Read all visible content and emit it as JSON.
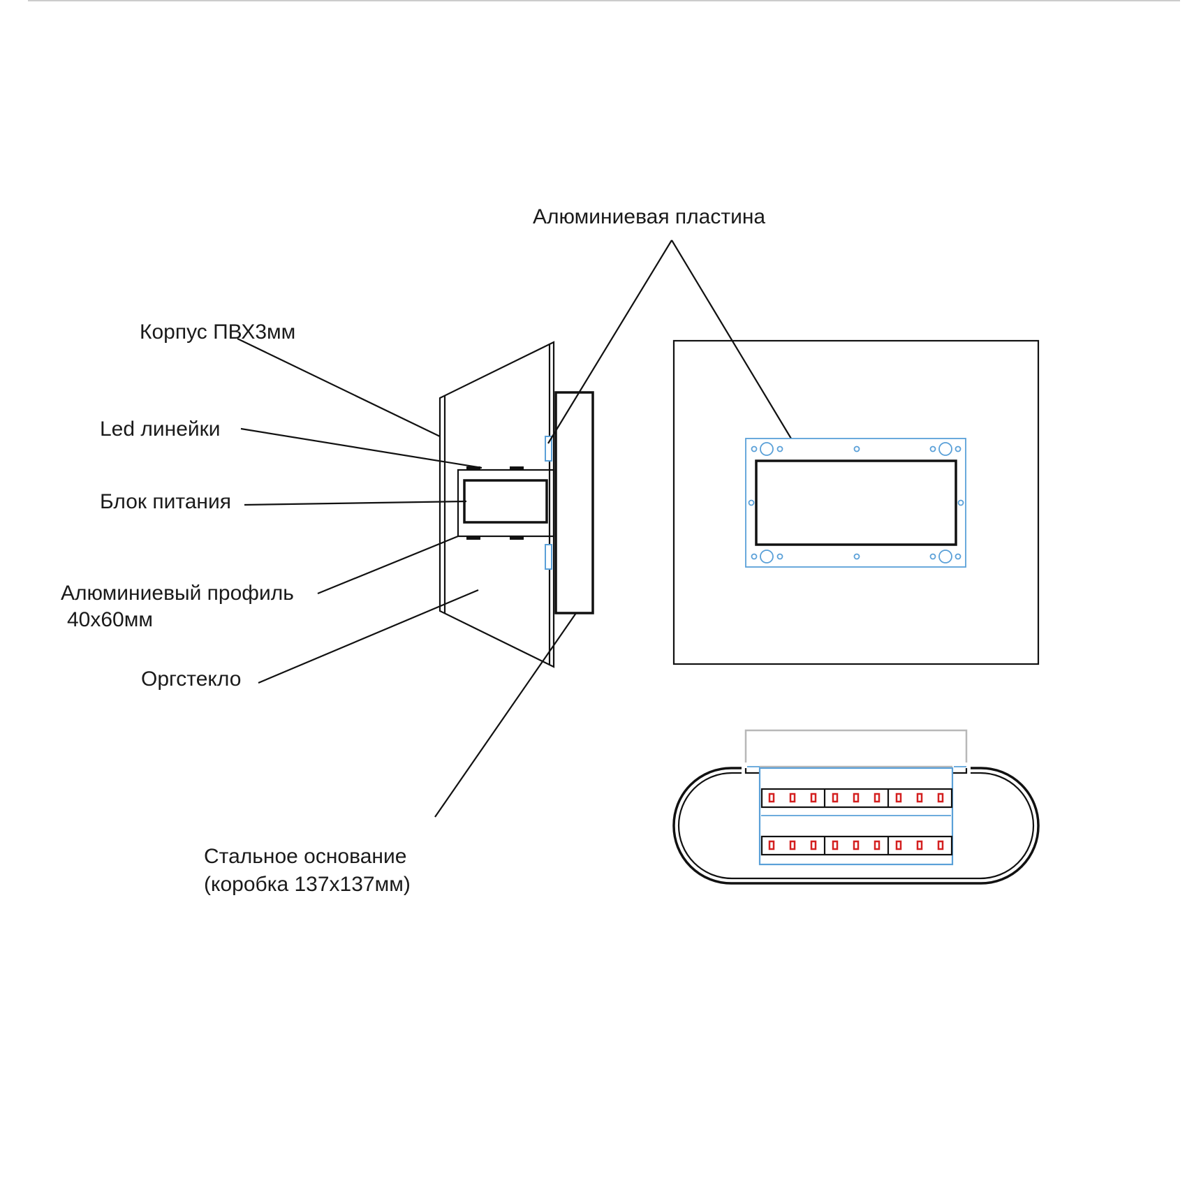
{
  "labels": {
    "aluminum_plate": "Алюминиевая пластина",
    "pvc_body": "Корпус ПВХ3мм",
    "led_strips": "Led линейки",
    "power_supply": "Блок питания",
    "aluminum_profile_line1": "Алюминиевый профиль",
    "aluminum_profile_line2": "40x60мм",
    "plexiglass": "Оргстекло",
    "steel_base_line1": "Стальное основание",
    "steel_base_line2": "(коробка 137x137мм)"
  },
  "colors": {
    "line": "#111111",
    "blue_outline": "#5aa0d8",
    "led_red": "#d42020",
    "gray_outline": "#b8b8b8"
  }
}
